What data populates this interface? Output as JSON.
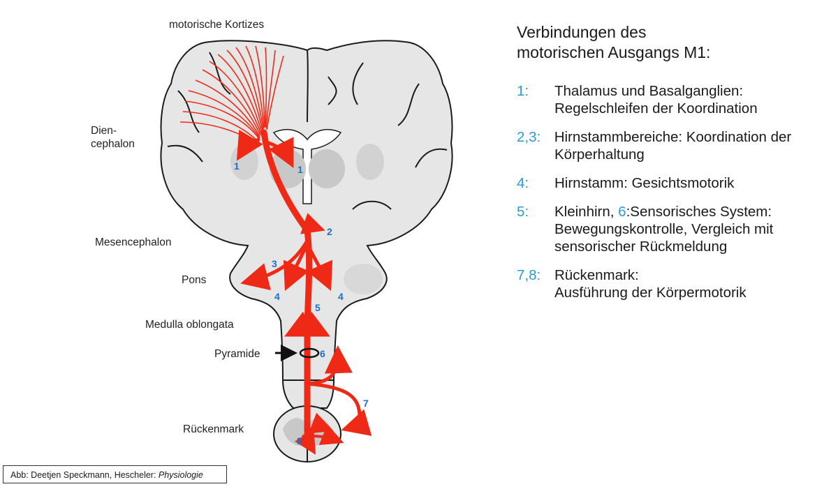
{
  "diagram": {
    "labels": {
      "kortizes": "motorische Kortizes",
      "dien1": "Dien-",
      "dien2": "cephalon",
      "mesencephalon": "Mesencephalon",
      "pons": "Pons",
      "medulla": "Medulla oblongata",
      "pyramide": "Pyramide",
      "rueckenmark": "Rückenmark"
    },
    "numbers": {
      "n1a": "1",
      "n1b": "1",
      "n2": "2",
      "n3": "3",
      "n4a": "4",
      "n4b": "4",
      "n5": "5",
      "n6": "6",
      "n7": "7",
      "n8": "8"
    },
    "colors": {
      "tract": "#ee2a16",
      "number": "#1f6fc8",
      "tissue": "#e6e6e6",
      "tissue_dark": "#c8c8c8",
      "outline": "#1a1a1a"
    }
  },
  "panel": {
    "heading_line1": "Verbindungen des",
    "heading_line2": "motorischen Ausgangs M1:",
    "items": [
      {
        "num": "1:",
        "line1": "Thalamus und Basalganglien:",
        "line2": "Regelschleifen der Koordination"
      },
      {
        "num": "2,3:",
        "line1": " Hirnstammbereiche: Koordination der",
        "line2": "Körperhaltung"
      },
      {
        "num": "4:",
        "line1": "Hirnstamm: Gesichtsmotorik",
        "line2": ""
      },
      {
        "num": "5:",
        "line1a": "Kleinhirn, ",
        "line1b": "6",
        "line1c": ":Sensorisches System:",
        "line2": "Bewegungskontrolle, Vergleich mit",
        "line3": "sensorischer Rückmeldung"
      },
      {
        "num": "7,8:",
        "line1": "Rückenmark:",
        "line2": "Ausführung der Körpermotorik"
      }
    ],
    "accent_color": "#2b9bd0"
  },
  "caption": {
    "prefix": "Abb: Deetjen Speckmann, Hescheler: ",
    "book": "Physiologie"
  }
}
